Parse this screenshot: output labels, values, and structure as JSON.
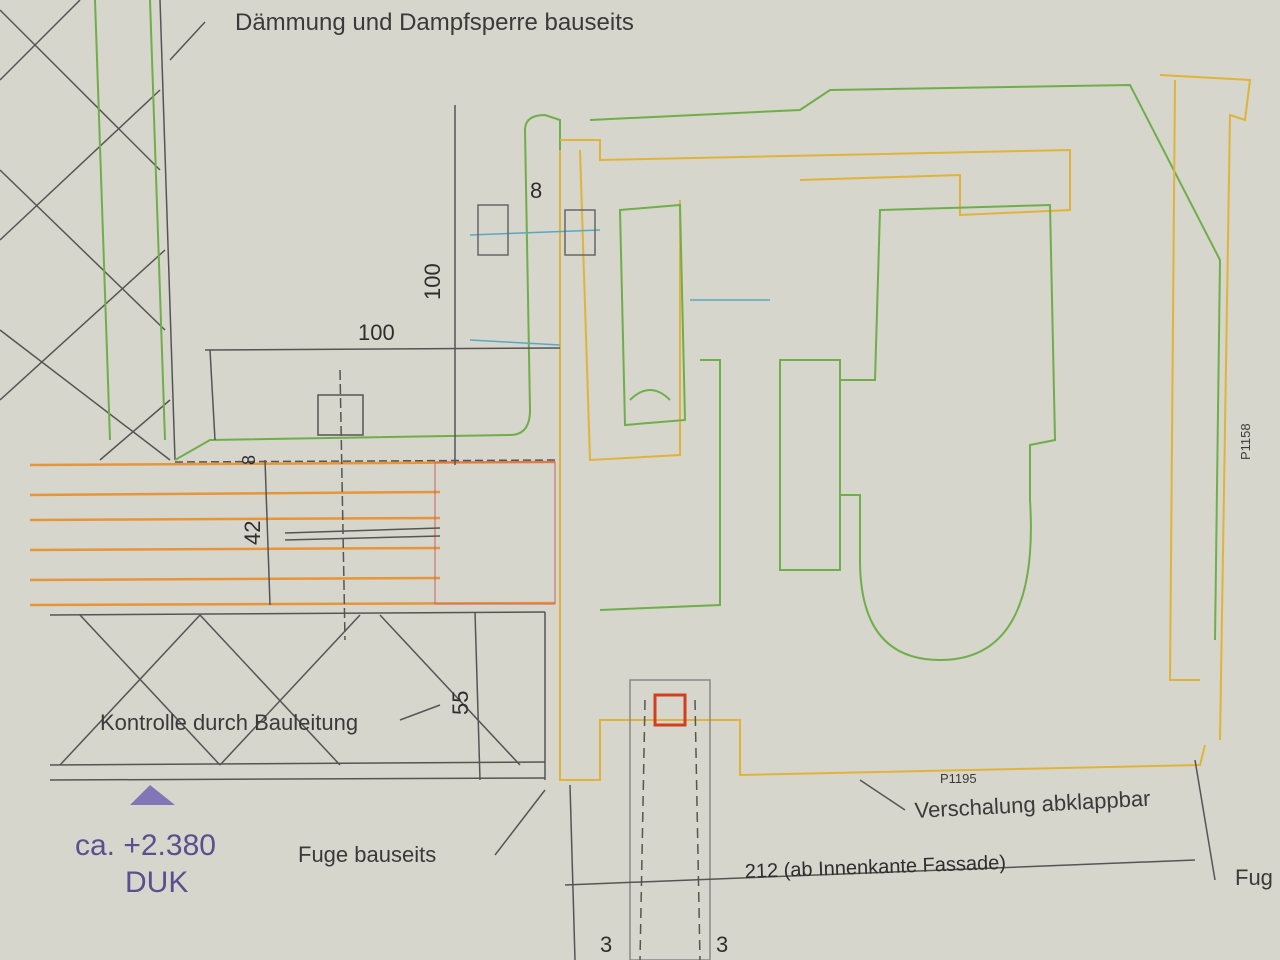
{
  "title": "Dämmung und Dampfsperre bauseits",
  "dimensions": {
    "bolt_gap": "8",
    "vertical_100": "100",
    "horizontal_100": "100",
    "small_8": "8",
    "depth_42": "42",
    "height_55": "55",
    "width_212": "212 (ab Innenkante Fassade)",
    "gap_left_3": "3",
    "gap_right_3": "3"
  },
  "labels": {
    "control": "Kontrolle durch Bauleitung",
    "level": "ca. +2.380",
    "level_ref": "DUK",
    "joint": "Fuge bauseits",
    "profile_bottom": "P1195",
    "cover": "Verschalung abklappbar",
    "profile_side": "P1158",
    "joint_right": "Fug"
  },
  "colors": {
    "paper": "#d6d6cc",
    "profile_green": "#6fae4a",
    "profile_yellow": "#e0b43a",
    "timber_orange": "#e6963a",
    "level_purple": "#5a4f8f"
  }
}
